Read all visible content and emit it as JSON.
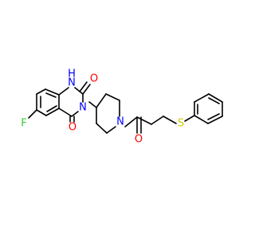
{
  "colors": {
    "bond": "#000000",
    "carbon": "#000000",
    "nitrogen": "#0000ff",
    "oxygen": "#ff0000",
    "fluorine": "#33cc33",
    "sulfur": "#cccc00",
    "background": "#ffffff"
  },
  "labels": {
    "nh_n": "N",
    "nh_h": "H",
    "o_upper": "O",
    "f": "F",
    "n3": "N",
    "o_lower": "O",
    "n_pip": "N",
    "o_acyl": "O",
    "s": "S"
  }
}
